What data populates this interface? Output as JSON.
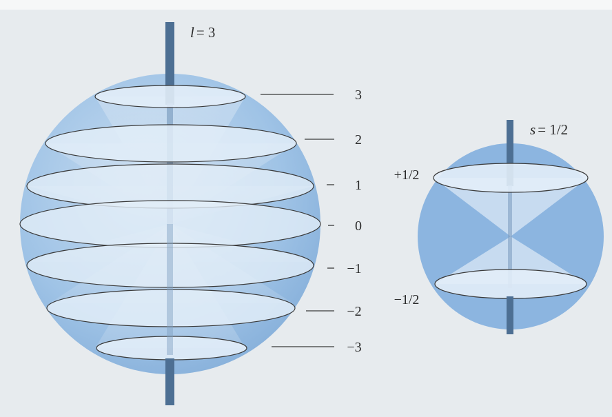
{
  "colors": {
    "background": "#e7ebee",
    "sphere": "#8fb8e0",
    "disk_fill": "#e2edf8",
    "rod": "#4d6f93",
    "outline": "#3a3a3a"
  },
  "orbital": {
    "quantum_symbol": "l",
    "quantum_value": "= 3",
    "projections": [
      "3",
      "2",
      "1",
      "0",
      "−1",
      "−2",
      "−3"
    ]
  },
  "spin": {
    "quantum_symbol": "s",
    "quantum_value": "= 1/2",
    "projections": [
      "+1/2",
      "−1/2"
    ]
  }
}
